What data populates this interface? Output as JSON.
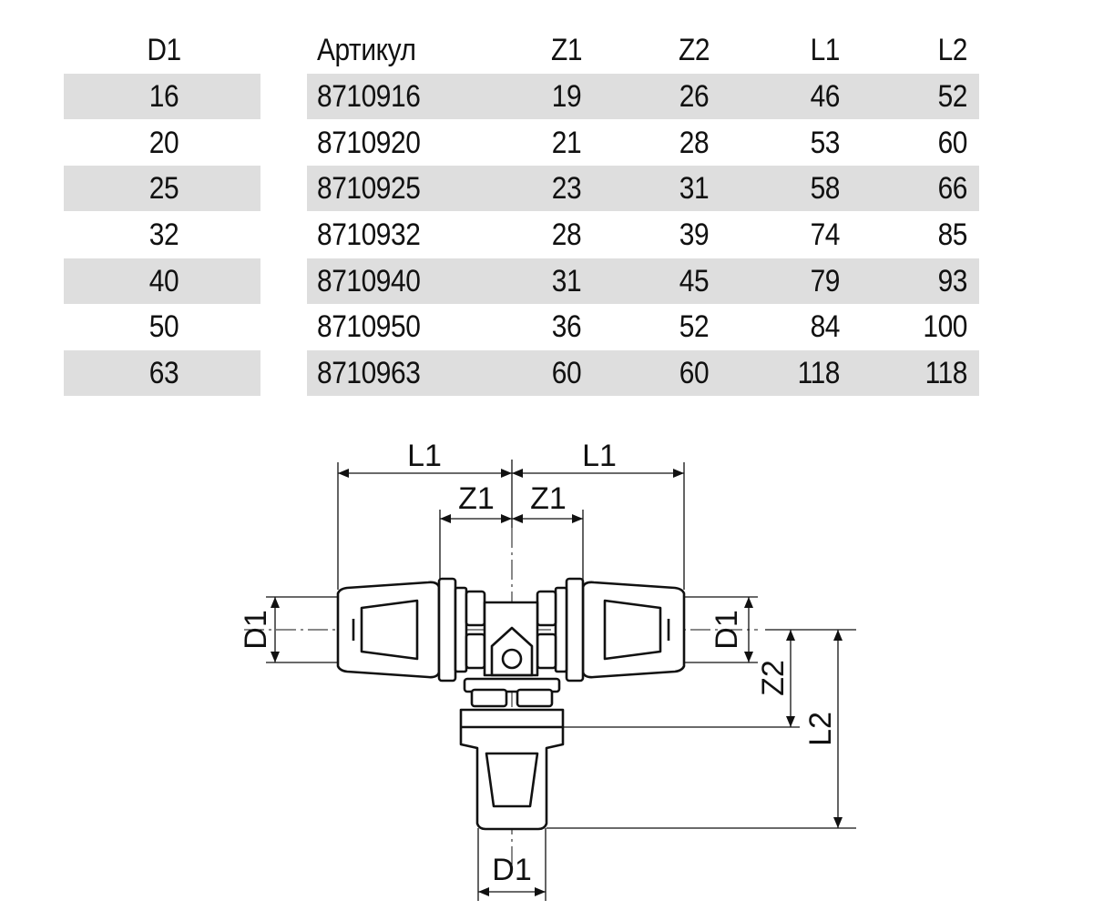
{
  "table": {
    "headers": {
      "d1": "D1",
      "article": "Артикул",
      "z1": "Z1",
      "z2": "Z2",
      "l1": "L1",
      "l2": "L2"
    },
    "rows": [
      {
        "d1": "16",
        "article": "8710916",
        "z1": "19",
        "z2": "26",
        "l1": "46",
        "l2": "52"
      },
      {
        "d1": "20",
        "article": "8710920",
        "z1": "21",
        "z2": "28",
        "l1": "53",
        "l2": "60"
      },
      {
        "d1": "25",
        "article": "8710925",
        "z1": "23",
        "z2": "31",
        "l1": "58",
        "l2": "66"
      },
      {
        "d1": "32",
        "article": "8710932",
        "z1": "28",
        "z2": "39",
        "l1": "74",
        "l2": "85"
      },
      {
        "d1": "40",
        "article": "8710940",
        "z1": "31",
        "z2": "45",
        "l1": "79",
        "l2": "93"
      },
      {
        "d1": "50",
        "article": "8710950",
        "z1": "36",
        "z2": "52",
        "l1": "84",
        "l2": "100"
      },
      {
        "d1": "63",
        "article": "8710963",
        "z1": "60",
        "z2": "60",
        "l1": "118",
        "l2": "118"
      }
    ],
    "stripe_color": "#dedede"
  },
  "drawing": {
    "labels": {
      "l1_left": "L1",
      "l1_right": "L1",
      "z1_left": "Z1",
      "z1_right": "Z1",
      "d1_left": "D1",
      "d1_right": "D1",
      "d1_bottom": "D1",
      "z2": "Z2",
      "l2": "L2"
    }
  }
}
